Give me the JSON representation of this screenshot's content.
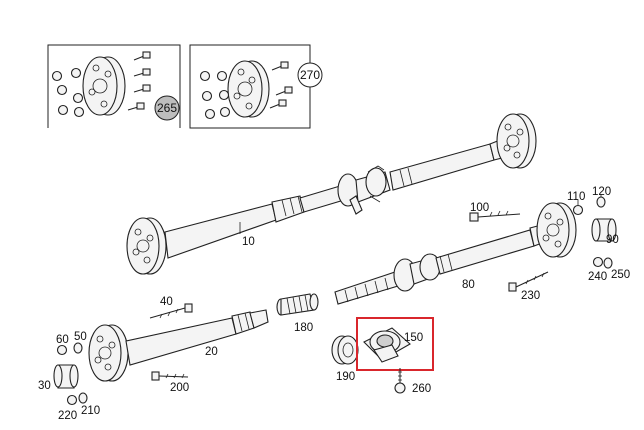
{
  "labels": {
    "l265": "265",
    "l270": "270",
    "l10": "10",
    "l20": "20",
    "l30": "30",
    "l40": "40",
    "l50": "50",
    "l60": "60",
    "l80": "80",
    "l90": "90",
    "l100": "100",
    "l110": "110",
    "l120": "120",
    "l150": "150",
    "l180": "180",
    "l190": "190",
    "l200": "200",
    "l210": "210",
    "l220": "220",
    "l230": "230",
    "l240": "240",
    "l250": "250",
    "l260": "260"
  },
  "colors": {
    "highlight": "#d9262c",
    "ink": "#222222",
    "callout_fill_265": "#bdbdbd"
  }
}
